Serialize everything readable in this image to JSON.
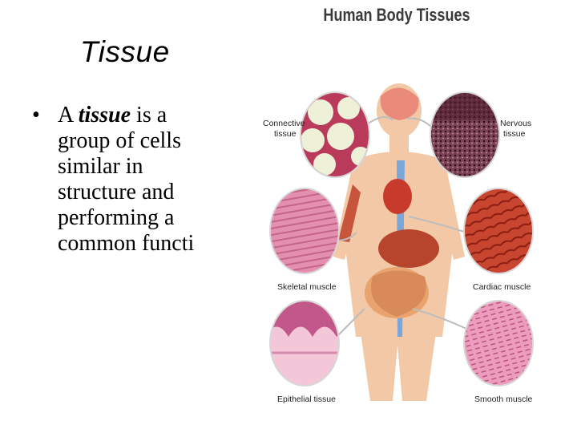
{
  "slide": {
    "title": "Tissue",
    "bullet": {
      "marker": "•",
      "prefix": "A ",
      "emphasis": "tissue",
      "lines": [
        "is a",
        "group of cells",
        "similar in",
        "structure and",
        "performing a",
        "common functi"
      ]
    }
  },
  "figure": {
    "title": "Human Body Tissues",
    "labels": {
      "connective": [
        "Connective",
        "tissue"
      ],
      "nervous": [
        "Nervous",
        "tissue"
      ],
      "skeletal": "Skeletal muscle",
      "cardiac": "Cardiac muscle",
      "epithelial": "Epithelial tissue",
      "smooth": "Smooth muscle"
    }
  },
  "colors": {
    "skin": "#f2c8a6",
    "connective": "#e9e4c9",
    "nervous": "#5a2a3a",
    "skeletal": "#e58fb0",
    "cardiac": "#c8452f",
    "epithelial": "#e7a6c2",
    "smooth": "#ec9dbd"
  }
}
